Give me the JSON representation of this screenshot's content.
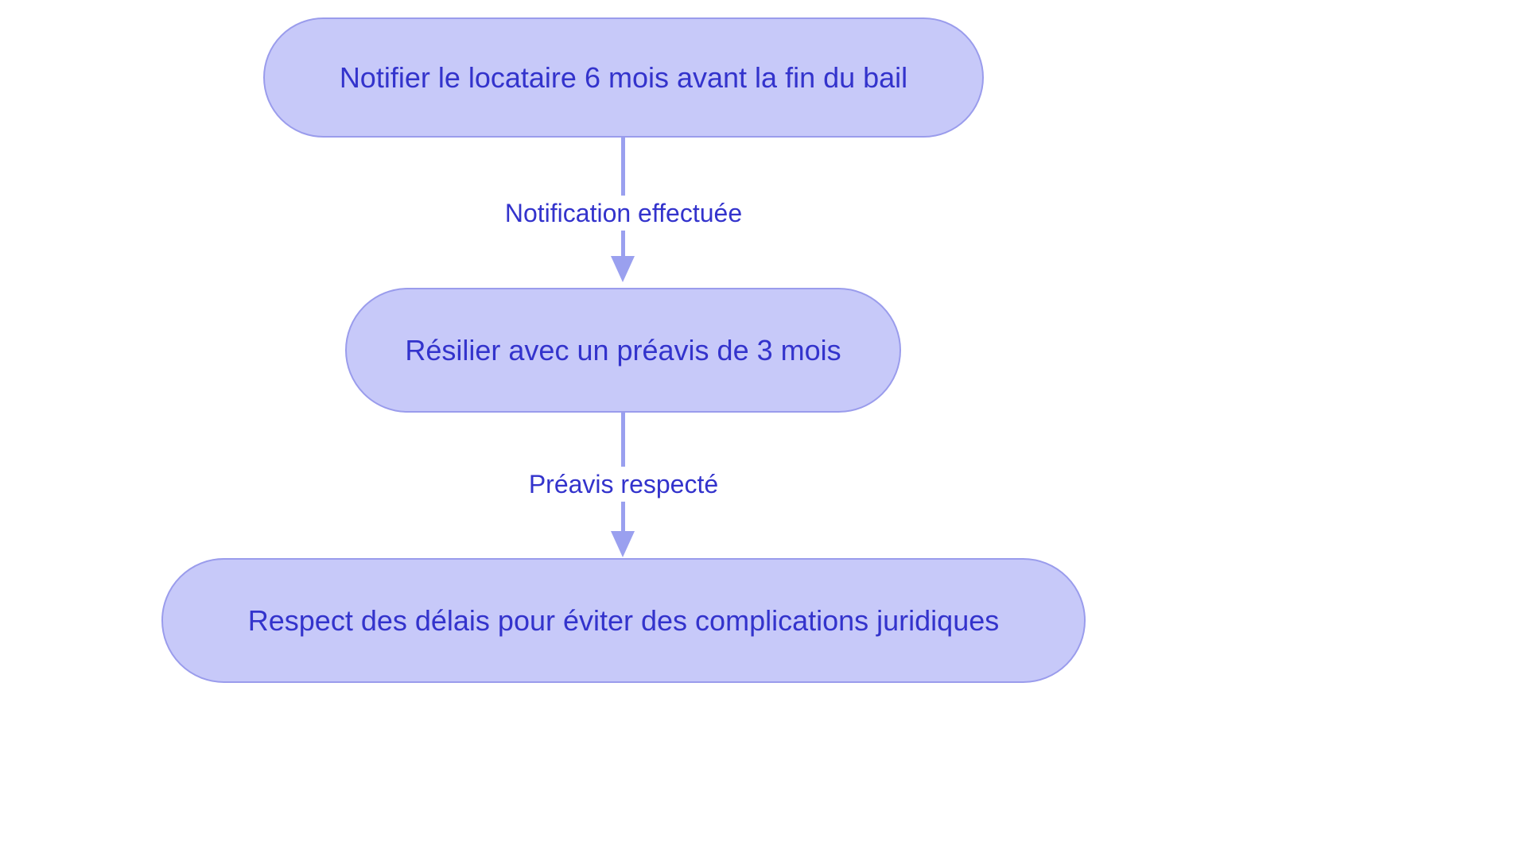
{
  "diagram": {
    "type": "flowchart",
    "orientation": "top-to-bottom",
    "title": "",
    "background_color": "#ffffff",
    "theme": {
      "node_fill": "#c7c9f9",
      "node_border": "#9a9cec",
      "node_text": "#3333cc",
      "edge_color": "#9aa0ef",
      "edge_label_text": "#3333cc"
    },
    "nodes": [
      {
        "id": "node-0",
        "label": "Notifier le locataire 6 mois avant la fin du bail",
        "shape": "stadium"
      },
      {
        "id": "node-1",
        "label": "Résilier avec un préavis de 3 mois",
        "shape": "stadium"
      },
      {
        "id": "node-2",
        "label": "Respect des délais pour éviter des complications juridiques",
        "shape": "stadium"
      }
    ],
    "edges": [
      {
        "id": "edge-0",
        "from": "node-0",
        "to": "node-1",
        "label": "Notification effectuée",
        "style": "solid",
        "arrow": "triangle"
      },
      {
        "id": "edge-1",
        "from": "node-1",
        "to": "node-2",
        "label": "Préavis respecté",
        "style": "solid",
        "arrow": "triangle"
      }
    ]
  }
}
